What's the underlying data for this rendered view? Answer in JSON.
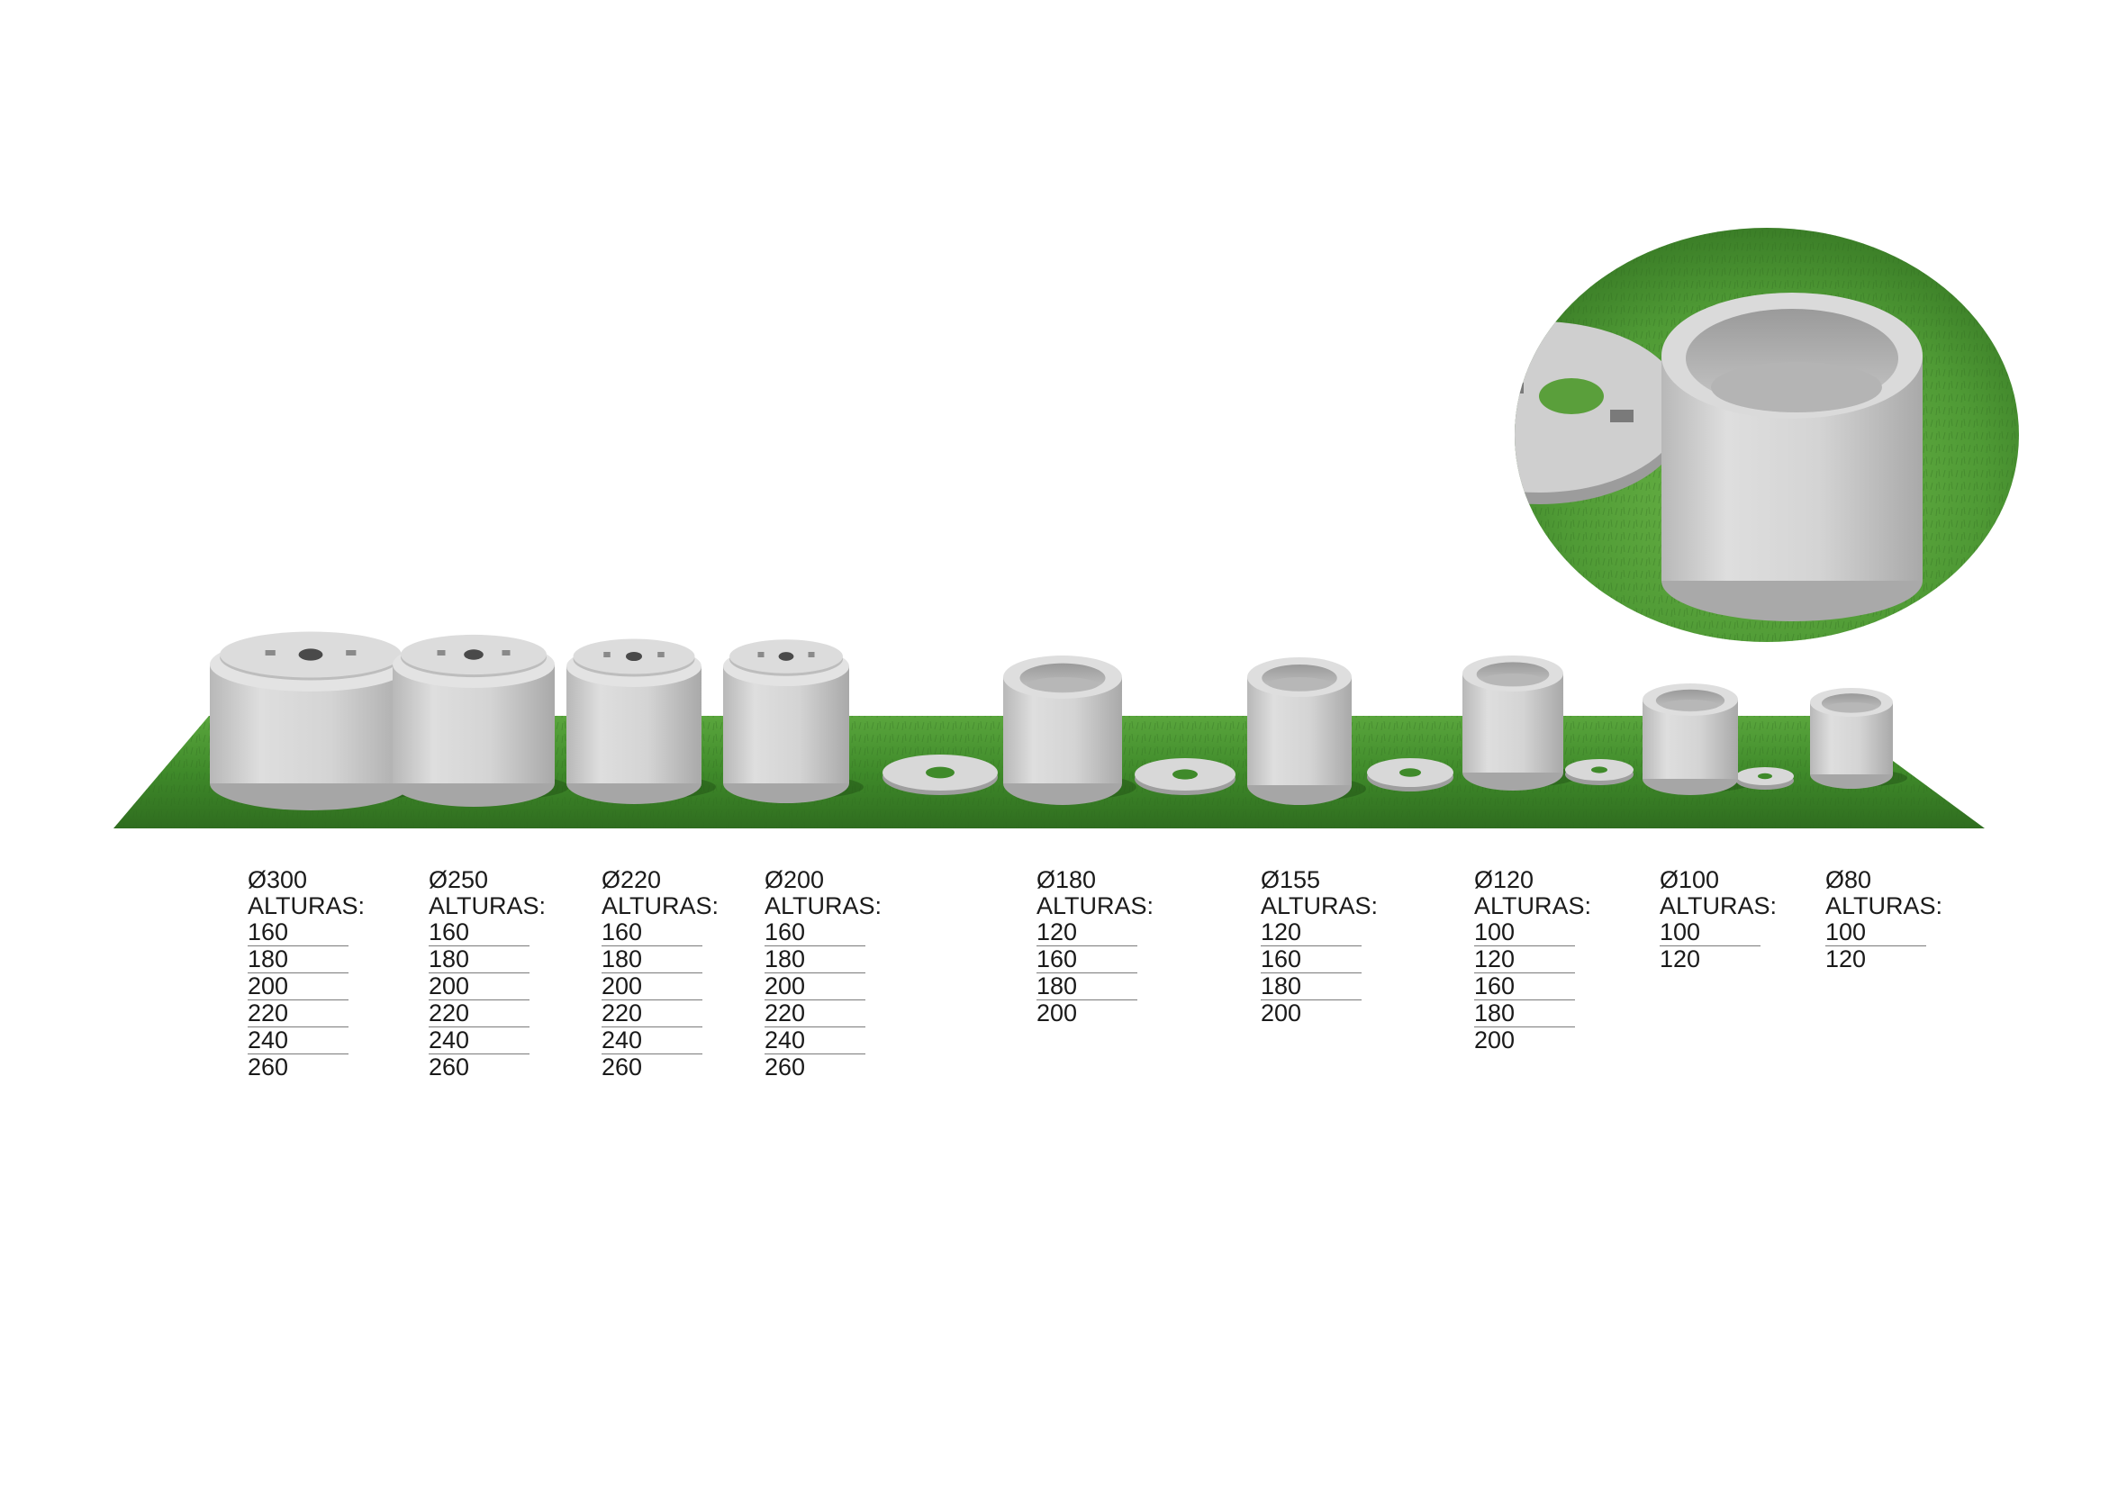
{
  "label_heights": "ALTURAS:",
  "colors": {
    "grass_dark": "#2f6d1f",
    "grass_mid": "#4f9a35",
    "grass_light": "#6fb84a",
    "concrete_light": "#e2e2e2",
    "concrete_mid": "#c9c9c9",
    "concrete_dark": "#a8a8a8",
    "text": "#1a1a1a"
  },
  "products": [
    {
      "diameter": "Ø300",
      "heights": [
        "160",
        "180",
        "200",
        "220",
        "240",
        "260"
      ],
      "with_cover": true
    },
    {
      "diameter": "Ø250",
      "heights": [
        "160",
        "180",
        "200",
        "220",
        "240",
        "260"
      ],
      "with_cover": true
    },
    {
      "diameter": "Ø220",
      "heights": [
        "160",
        "180",
        "200",
        "220",
        "240",
        "260"
      ],
      "with_cover": true
    },
    {
      "diameter": "Ø200",
      "heights": [
        "160",
        "180",
        "200",
        "220",
        "240",
        "260"
      ],
      "with_cover": true
    },
    {
      "diameter": "Ø180",
      "heights": [
        "120",
        "160",
        "180",
        "200"
      ],
      "with_cover": false
    },
    {
      "diameter": "Ø155",
      "heights": [
        "120",
        "160",
        "180",
        "200"
      ],
      "with_cover": false
    },
    {
      "diameter": "Ø120",
      "heights": [
        "100",
        "120",
        "160",
        "180",
        "200"
      ],
      "with_cover": false
    },
    {
      "diameter": "Ø100",
      "heights": [
        "100",
        "120"
      ],
      "with_cover": false
    },
    {
      "diameter": "Ø80",
      "heights": [
        "100",
        "120"
      ],
      "with_cover": false
    }
  ],
  "detail_view": {
    "icon": "concrete-ring-with-cover-detail"
  }
}
